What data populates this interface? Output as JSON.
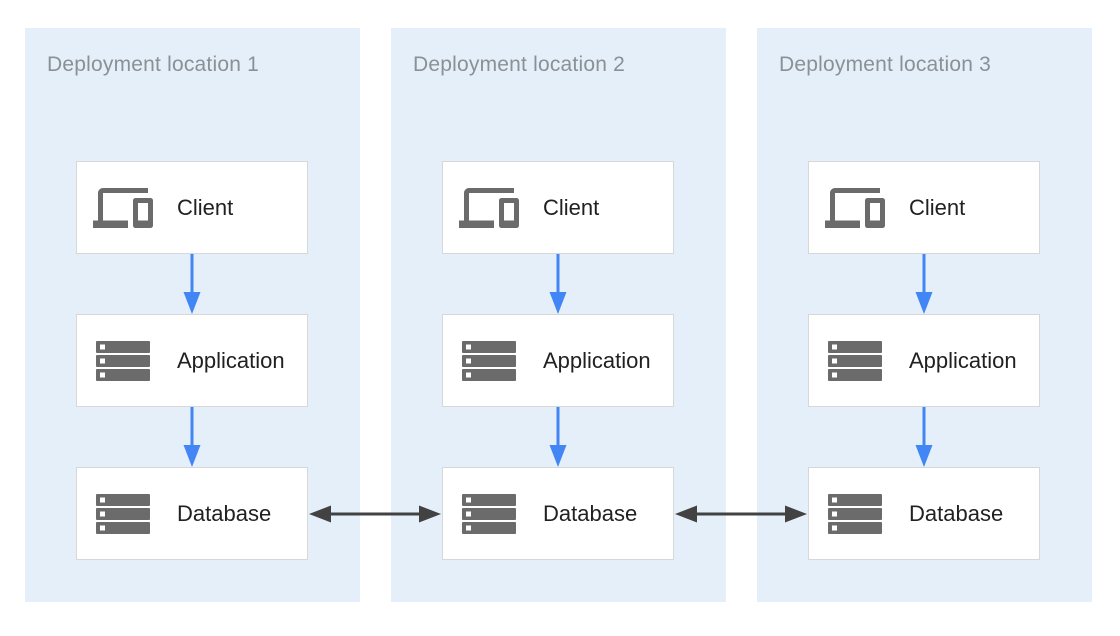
{
  "diagram_type": "deployment-architecture",
  "colors": {
    "page_bg": "#FFFFFF",
    "panel_bg": "#E4EFFA",
    "node_bg": "#FFFFFF",
    "node_border": "#D7D7D7",
    "accent_blue": "#4285F4",
    "arrow_dark": "#424242",
    "icon_gray": "#6B6B6B",
    "title_gray": "#8B9095",
    "label_dark": "#212121"
  },
  "panels": [
    {
      "title": "Deployment location 1",
      "nodes": [
        {
          "label": "Client",
          "icon": "devices-icon"
        },
        {
          "label": "Application",
          "icon": "server-icon"
        },
        {
          "label": "Database",
          "icon": "server-icon"
        }
      ]
    },
    {
      "title": "Deployment location 2",
      "nodes": [
        {
          "label": "Client",
          "icon": "devices-icon"
        },
        {
          "label": "Application",
          "icon": "server-icon"
        },
        {
          "label": "Database",
          "icon": "server-icon"
        }
      ]
    },
    {
      "title": "Deployment location 3",
      "nodes": [
        {
          "label": "Client",
          "icon": "devices-icon"
        },
        {
          "label": "Application",
          "icon": "server-icon"
        },
        {
          "label": "Database",
          "icon": "server-icon"
        }
      ]
    }
  ],
  "edges": [
    {
      "panel": 1,
      "from": "Client",
      "to": "Application",
      "style": "blue-arrow-down"
    },
    {
      "panel": 1,
      "from": "Application",
      "to": "Database",
      "style": "blue-arrow-down"
    },
    {
      "panel": 2,
      "from": "Client",
      "to": "Application",
      "style": "blue-arrow-down"
    },
    {
      "panel": 2,
      "from": "Application",
      "to": "Database",
      "style": "blue-arrow-down"
    },
    {
      "panel": 3,
      "from": "Client",
      "to": "Application",
      "style": "blue-arrow-down"
    },
    {
      "panel": 3,
      "from": "Application",
      "to": "Database",
      "style": "blue-arrow-down"
    },
    {
      "from": "Database (location 1)",
      "to": "Database (location 2)",
      "style": "dark-double-arrow"
    },
    {
      "from": "Database (location 2)",
      "to": "Database (location 3)",
      "style": "dark-double-arrow"
    }
  ]
}
